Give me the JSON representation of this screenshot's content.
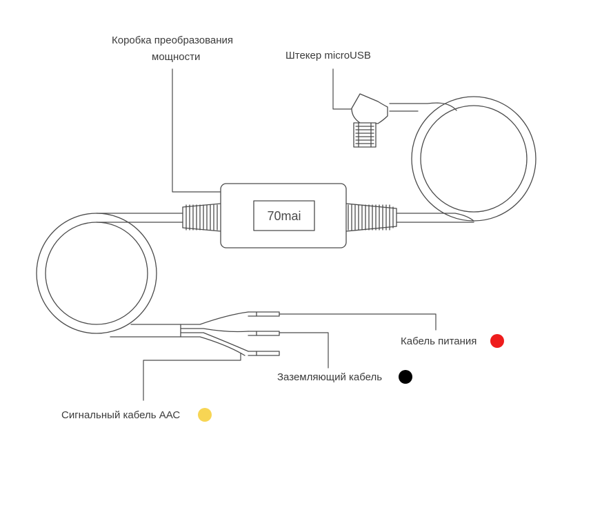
{
  "labels": {
    "power_box_line1": "Коробка преобразования",
    "power_box_line2": "мощности",
    "microusb": "Штекер microUSB",
    "power_cable": "Кабель питания",
    "ground_cable": "Заземляющий кабель",
    "acc_signal_cable": "Сигнальный кабель ААС",
    "brand": "70mai"
  },
  "colors": {
    "power_cable_dot": "#ee1c1c",
    "ground_cable_dot": "#000000",
    "acc_signal_dot": "#f7d554",
    "line": "#4a4a4a"
  }
}
